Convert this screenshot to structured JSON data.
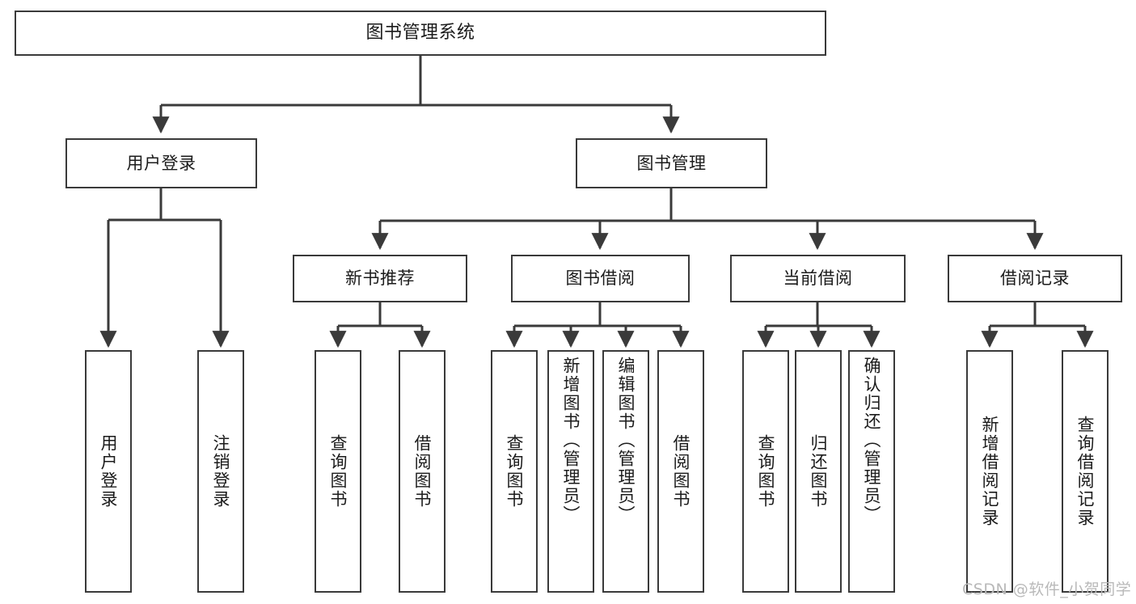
{
  "diagram": {
    "title": "图书管理系统",
    "type": "hierarchy-tree",
    "watermark": "CSDN @软件_小贺同学",
    "colors": {
      "stroke": "#3a3a3a",
      "fill": "#ffffff",
      "text": "#1b1b1b",
      "watermark": "#b9b9b9"
    },
    "levels": {
      "root": "图书管理系统",
      "level2": [
        "用户登录",
        "图书管理"
      ],
      "level3": [
        "新书推荐",
        "图书借阅",
        "当前借阅",
        "借阅记录"
      ]
    },
    "nodes": {
      "root": {
        "label": "图书管理系统"
      },
      "user_login": {
        "label": "用户登录"
      },
      "book_mgmt": {
        "label": "图书管理"
      },
      "new_book_rec": {
        "label": "新书推荐"
      },
      "book_borrow": {
        "label": "图书借阅"
      },
      "current_borrow": {
        "label": "当前借阅"
      },
      "borrow_record": {
        "label": "借阅记录"
      },
      "leaf_user_login": {
        "label": "用户登录"
      },
      "leaf_logout": {
        "label": "注销登录"
      },
      "leaf_query_book_1": {
        "label": "查询图书"
      },
      "leaf_borrow_book_1": {
        "label": "借阅图书"
      },
      "leaf_query_book_2": {
        "label": "查询图书"
      },
      "leaf_add_book": {
        "label": "新增图书（管理员）"
      },
      "leaf_edit_book": {
        "label": "编辑图书（管理员）"
      },
      "leaf_borrow_book_2": {
        "label": "借阅图书"
      },
      "leaf_query_book_3": {
        "label": "查询图书"
      },
      "leaf_return_book": {
        "label": "归还图书"
      },
      "leaf_confirm_return": {
        "label": "确认归还（管理员）"
      },
      "leaf_add_record": {
        "label": "新增借阅记录"
      },
      "leaf_query_record": {
        "label": "查询借阅记录"
      }
    },
    "edges": [
      {
        "from": "图书管理系统",
        "to": "用户登录"
      },
      {
        "from": "图书管理系统",
        "to": "图书管理"
      },
      {
        "from": "用户登录",
        "to": "用户登录"
      },
      {
        "from": "用户登录",
        "to": "注销登录"
      },
      {
        "from": "图书管理",
        "to": "新书推荐"
      },
      {
        "from": "图书管理",
        "to": "图书借阅"
      },
      {
        "from": "图书管理",
        "to": "当前借阅"
      },
      {
        "from": "图书管理",
        "to": "借阅记录"
      },
      {
        "from": "新书推荐",
        "to": "查询图书"
      },
      {
        "from": "新书推荐",
        "to": "借阅图书"
      },
      {
        "from": "图书借阅",
        "to": "查询图书"
      },
      {
        "from": "图书借阅",
        "to": "新增图书（管理员）"
      },
      {
        "from": "图书借阅",
        "to": "编辑图书（管理员）"
      },
      {
        "from": "图书借阅",
        "to": "借阅图书"
      },
      {
        "from": "当前借阅",
        "to": "查询图书"
      },
      {
        "from": "当前借阅",
        "to": "归还图书"
      },
      {
        "from": "当前借阅",
        "to": "确认归还（管理员）"
      },
      {
        "from": "借阅记录",
        "to": "新增借阅记录"
      },
      {
        "from": "借阅记录",
        "to": "查询借阅记录"
      }
    ]
  }
}
